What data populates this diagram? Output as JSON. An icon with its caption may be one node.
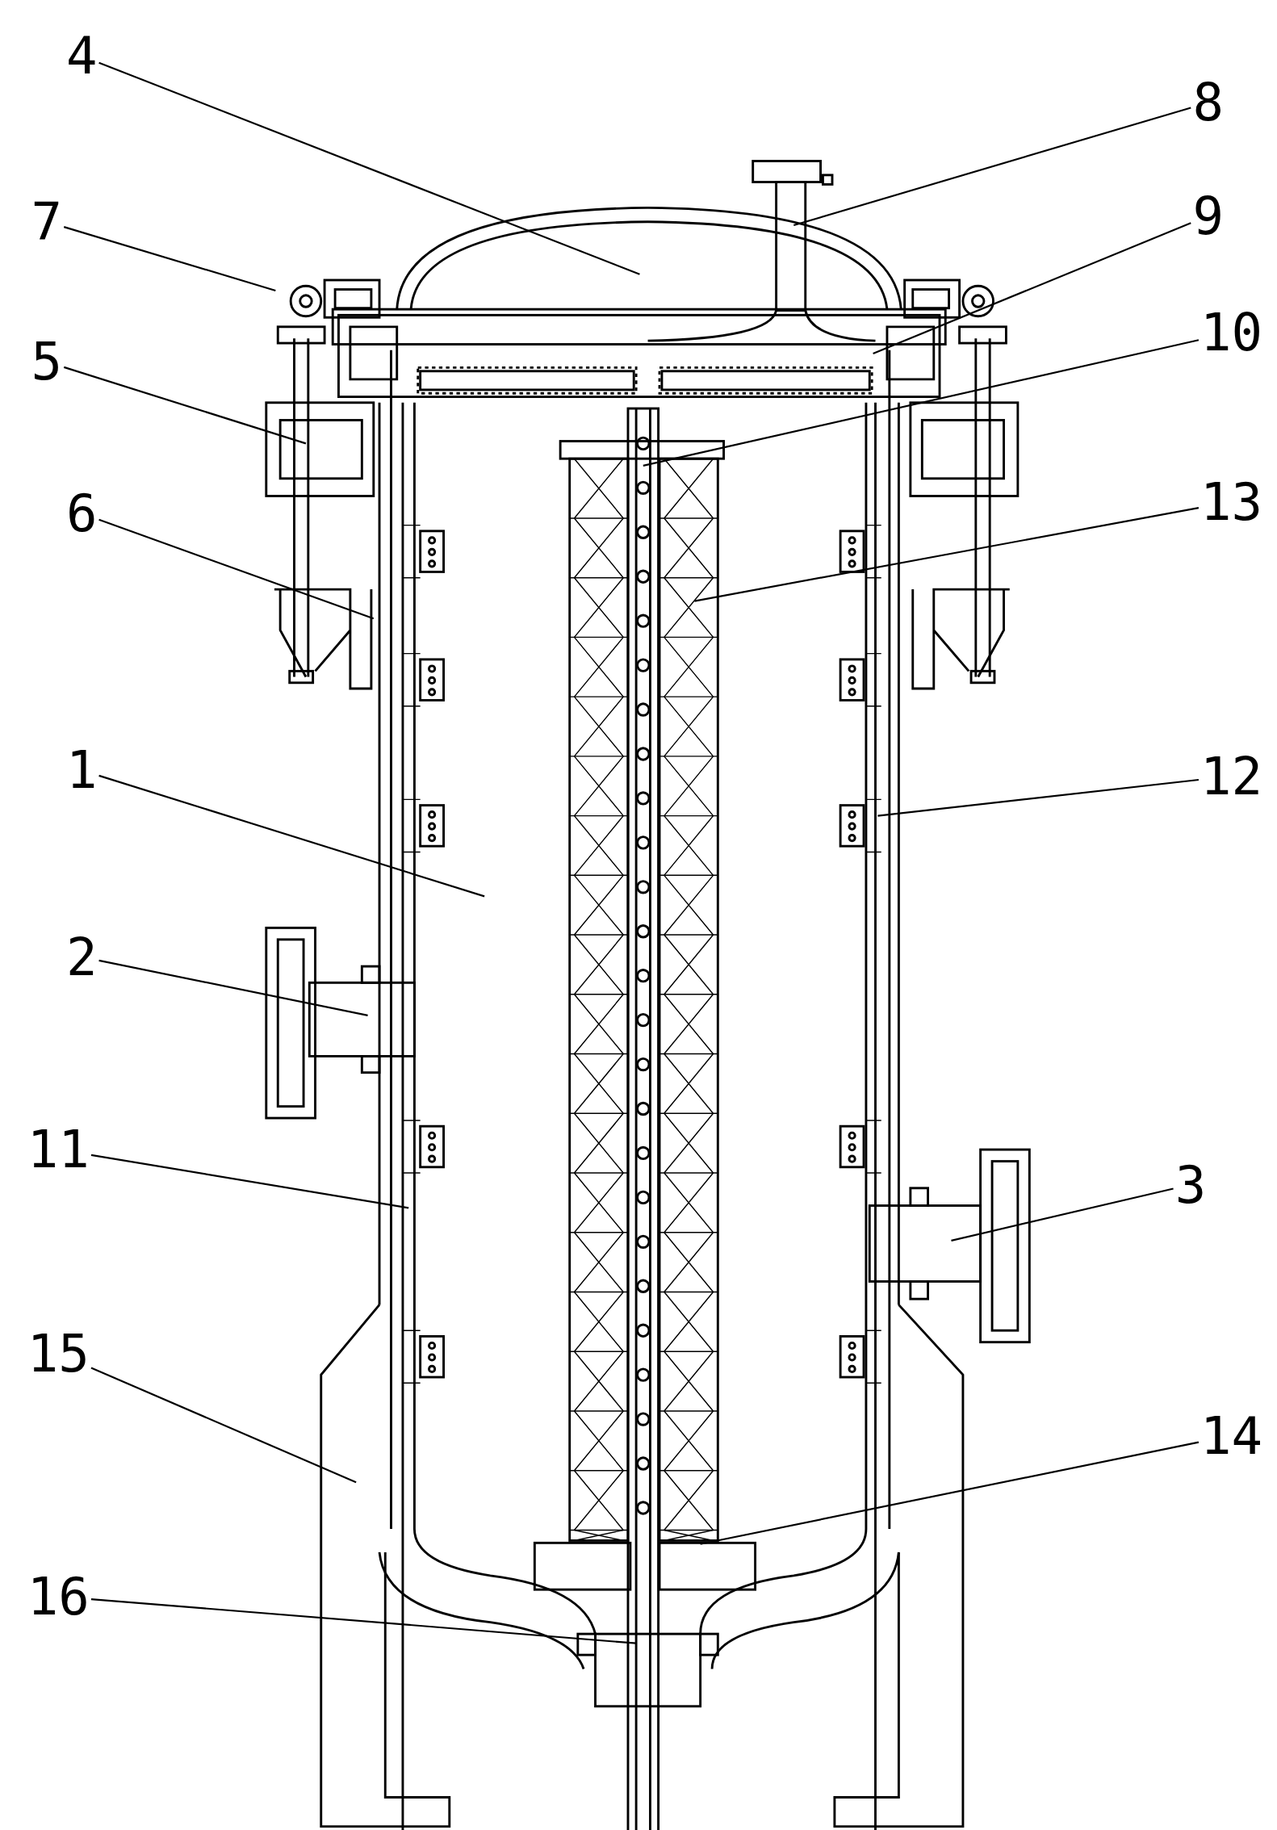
{
  "diagram": {
    "nodes": [
      {
        "text": [
          "4"
        ]
      },
      {
        "text": [
          "8"
        ]
      },
      {
        "text": [
          "7"
        ]
      },
      {
        "text": [
          "9"
        ]
      },
      {
        "text": [
          "5"
        ]
      },
      {
        "text": [
          "10"
        ]
      },
      {
        "text": [
          "6"
        ]
      },
      {
        "text": [
          "13"
        ]
      },
      {
        "text": [
          "1"
        ]
      },
      {
        "text": [
          "12"
        ]
      },
      {
        "text": [
          "2"
        ]
      },
      {
        "text": [
          "11"
        ]
      },
      {
        "text": [
          "3"
        ]
      },
      {
        "text": [
          "15"
        ]
      },
      {
        "text": [
          "14"
        ]
      },
      {
        "text": [
          "16"
        ]
      }
    ],
    "edges": [
      {
        "from": 0,
        "to": null,
        "arrow": "none"
      },
      {
        "from": 1,
        "to": null,
        "arrow": "none"
      },
      {
        "from": 2,
        "to": null,
        "arrow": "none"
      },
      {
        "from": 3,
        "to": null,
        "arrow": "none"
      },
      {
        "from": 4,
        "to": null,
        "arrow": "none"
      },
      {
        "from": 5,
        "to": null,
        "arrow": "none"
      },
      {
        "from": 6,
        "to": null,
        "arrow": "none"
      },
      {
        "from": 7,
        "to": null,
        "arrow": "none"
      },
      {
        "from": 8,
        "to": null,
        "arrow": "none"
      },
      {
        "from": 9,
        "to": null,
        "arrow": "none"
      },
      {
        "from": 10,
        "to": null,
        "arrow": "none"
      },
      {
        "from": 11,
        "to": null,
        "arrow": "none"
      },
      {
        "from": 12,
        "to": null,
        "arrow": "none"
      },
      {
        "from": 13,
        "to": null,
        "arrow": "none"
      },
      {
        "from": 14,
        "to": null,
        "arrow": "none"
      },
      {
        "from": 15,
        "to": null,
        "arrow": "none"
      }
    ]
  }
}
